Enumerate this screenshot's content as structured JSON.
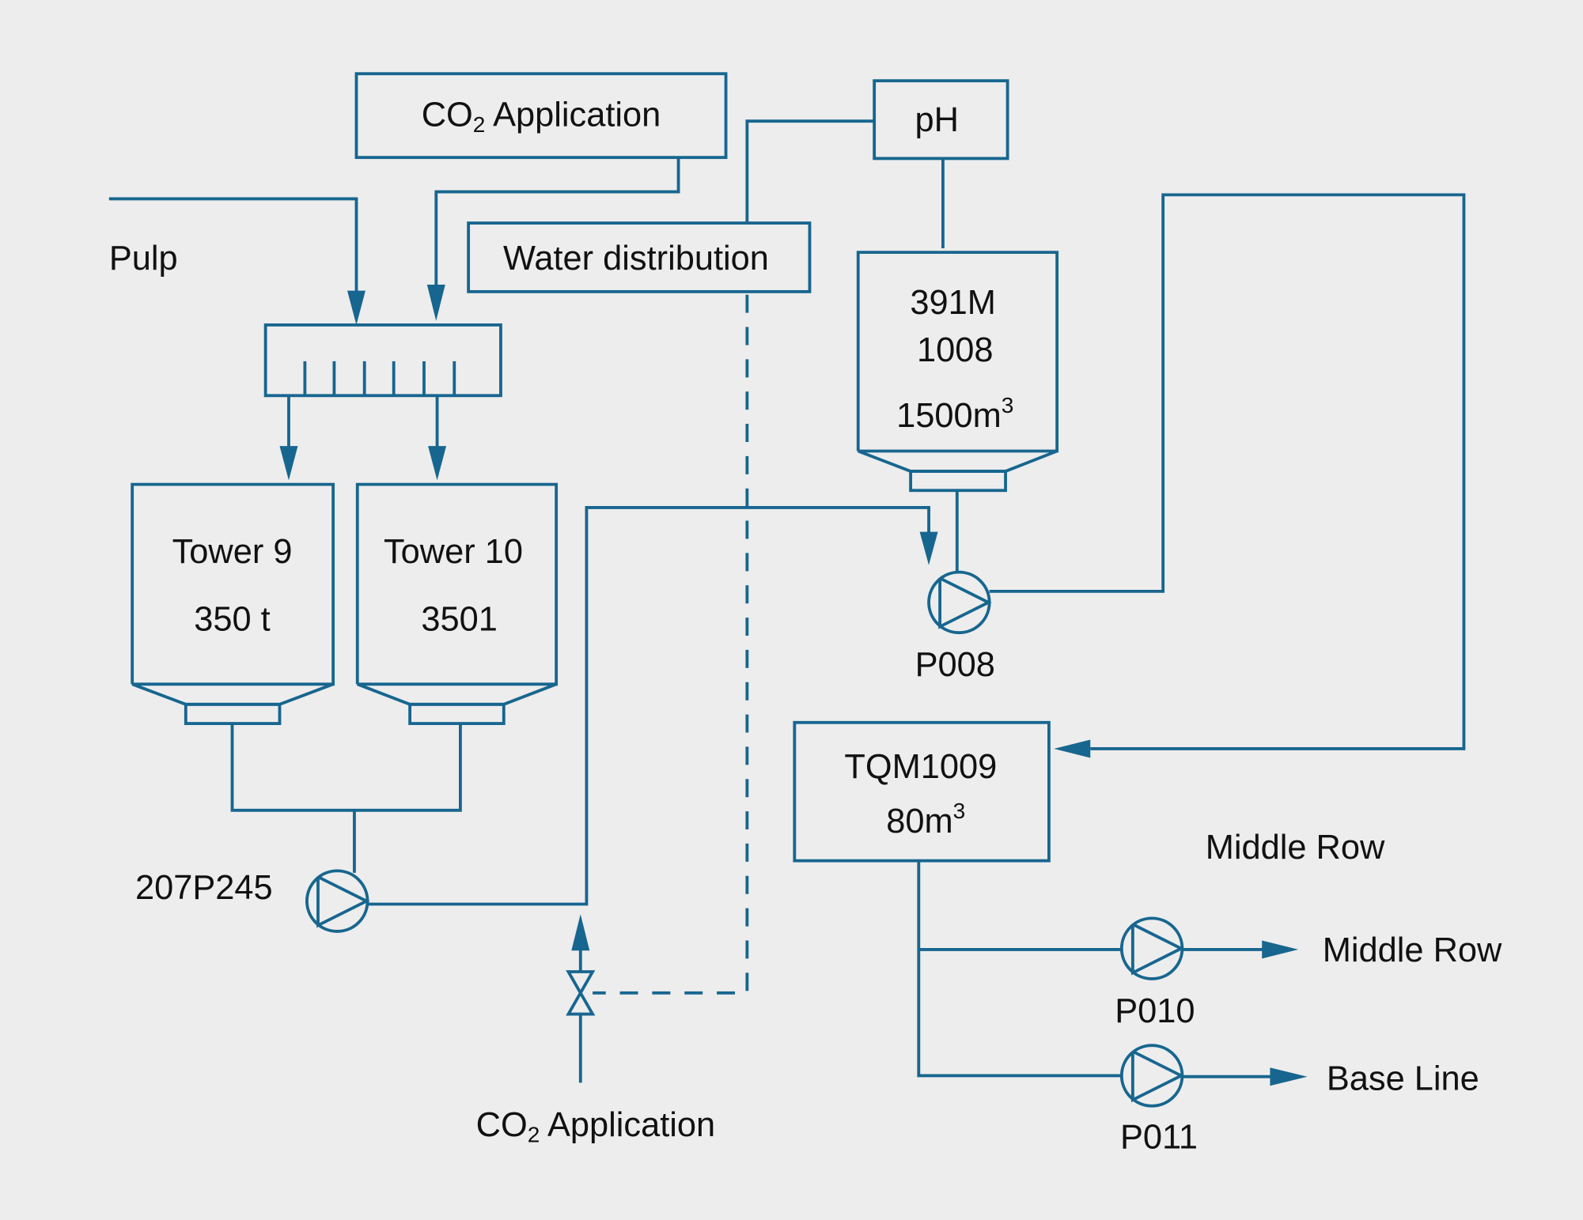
{
  "diagram": {
    "title": "Pulp CO2 application process flow",
    "colors": {
      "line": "#17668f",
      "background": "#ededed",
      "text": "#111111"
    },
    "labels": {
      "co2_top": {
        "prefix": "CO",
        "sub": "2",
        "rest": " Application"
      },
      "ph": "pH",
      "water_distribution": "Water distribution",
      "pulp": "Pulp",
      "tank_391": {
        "line1": "391M",
        "line2": "1008",
        "line3": "1500m",
        "sup": "3"
      },
      "tower9": {
        "line1": "Tower 9",
        "line2": "350 t"
      },
      "tower10": {
        "line1": "Tower 10",
        "line2": "3501"
      },
      "pump_p008": "P008",
      "pump_207": "207P245",
      "tqm": {
        "line1": "TQM1009",
        "line2": "80m",
        "sup": "3"
      },
      "middle_row_label": "Middle Row",
      "middle_row_out": "Middle Row",
      "base_line_out": "Base Line",
      "pump_p010": "P010",
      "pump_p011": "P011",
      "co2_bottom": {
        "prefix": "CO",
        "sub": "2",
        "rest": " Application"
      }
    }
  }
}
